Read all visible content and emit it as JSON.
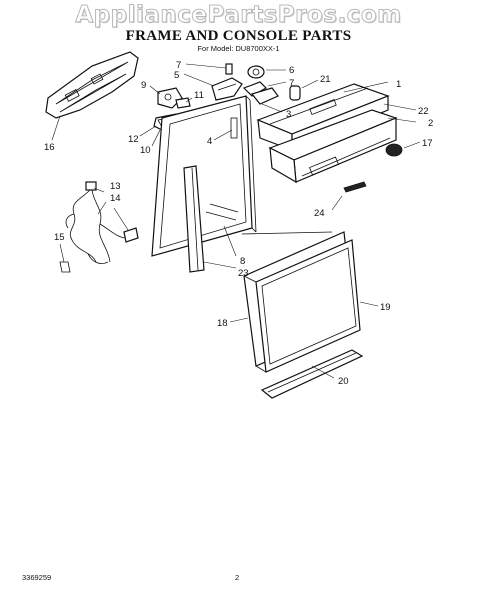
{
  "watermark": "AppliancePartsPros.com",
  "title": "FRAME AND CONSOLE PARTS",
  "subtitle": "For Model: DU8700XX-1",
  "footer": {
    "doc_number": "3369259",
    "page_number": "2"
  },
  "callouts": {
    "c1": "1",
    "c2": "2",
    "c3": "3",
    "c4": "4",
    "c5": "5",
    "c6": "6",
    "c7a": "7",
    "c7b": "7",
    "c8": "8",
    "c9": "9",
    "c10": "10",
    "c11": "11",
    "c12": "12",
    "c13": "13",
    "c14": "14",
    "c15": "15",
    "c16": "16",
    "c17": "17",
    "c18": "18",
    "c19": "19",
    "c20": "20",
    "c21": "21",
    "c22": "22",
    "c23": "23",
    "c24": "24"
  }
}
